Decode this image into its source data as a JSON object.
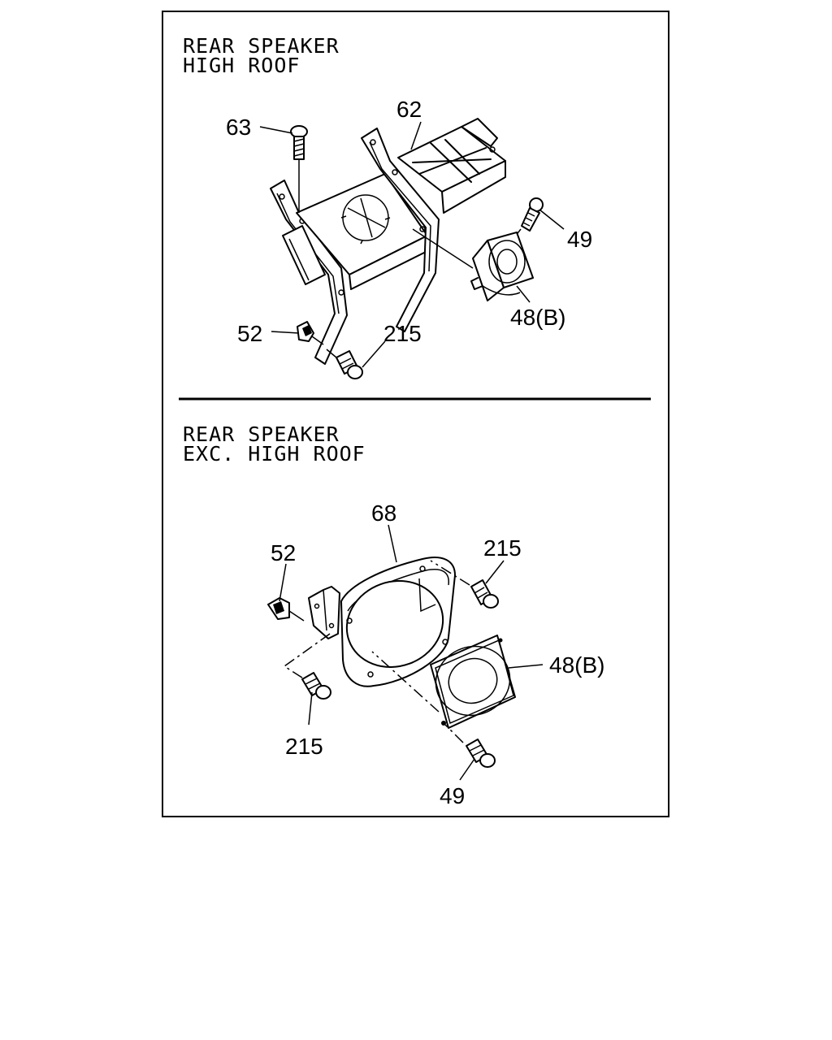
{
  "sections": [
    {
      "heading_line1": "REAR SPEAKER",
      "heading_line2": "HIGH ROOF",
      "callouts": [
        "63",
        "62",
        "49",
        "48(B)",
        "52",
        "215"
      ]
    },
    {
      "heading_line1": "REAR SPEAKER",
      "heading_line2": "EXC. HIGH ROOF",
      "callouts": [
        "68",
        "52",
        "215",
        "48(B)",
        "215",
        "49"
      ]
    }
  ],
  "colors": {
    "line": "#000000",
    "background": "#ffffff"
  }
}
